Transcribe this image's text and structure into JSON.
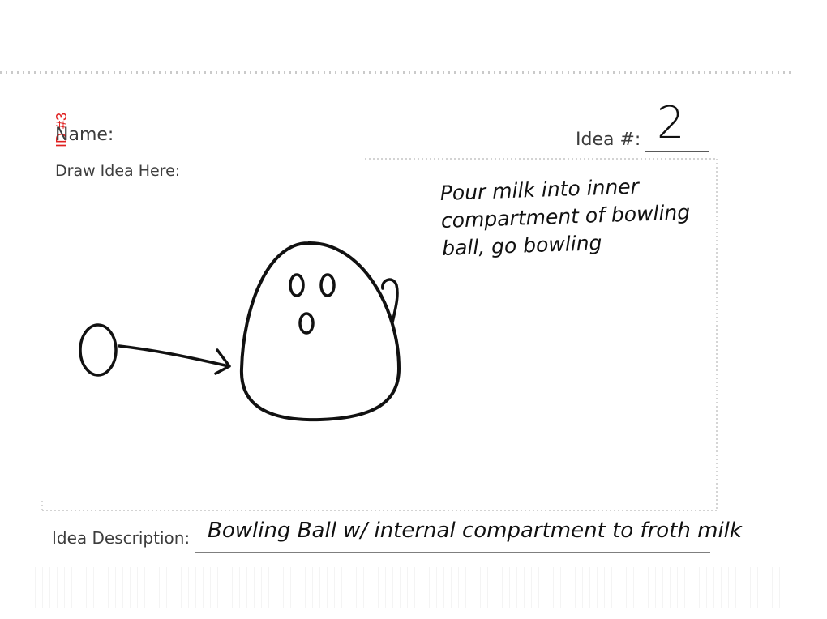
{
  "form": {
    "id_tag": "ID #3",
    "name_label": "Name:",
    "idea_number_label": "Idea #:",
    "idea_number_value": "2",
    "draw_label": "Draw Idea Here:",
    "description_label": "Idea Description:",
    "description_value": "Bowling Ball w/ internal compartment to froth milk"
  },
  "sketch": {
    "note_lines": [
      "Pour milk into inner",
      "compartment of bowling",
      "ball, go bowling"
    ]
  }
}
